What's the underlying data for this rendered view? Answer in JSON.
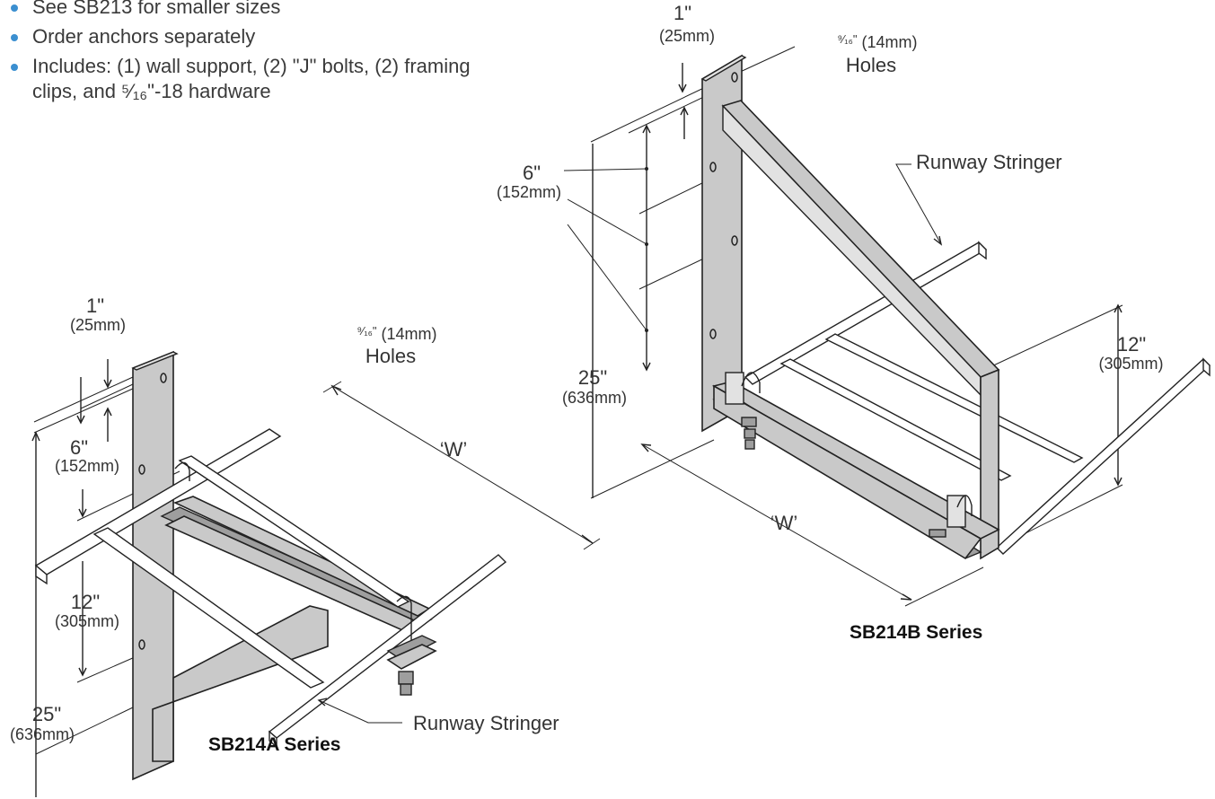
{
  "bullets": [
    {
      "line1": "See SB213 for smaller sizes"
    },
    {
      "line1": "Order anchors separately"
    },
    {
      "line1": "Includes: (1) wall support, (2) \"J\" bolts, (2) framing",
      "line2": "clips, and ⁵⁄₁₆\"-18 hardware"
    }
  ],
  "left": {
    "dim_1": "1\"",
    "dim_1_mm": "(25mm)",
    "holes_frac": "⁹⁄₁₆\"",
    "holes_mm": "(14mm)",
    "holes_word": "Holes",
    "dim_6": "6\"",
    "dim_6_mm": "(152mm)",
    "dim_12": "12\"",
    "dim_12_mm": "(305mm)",
    "dim_25": "25\"",
    "dim_25_mm": "(636mm)",
    "width": "‘W’",
    "runway": "Runway Stringer",
    "caption": "SB214A Series"
  },
  "right": {
    "dim_1": "1\"",
    "dim_1_mm": "(25mm)",
    "holes_frac": "⁹⁄₁₆\"",
    "holes_mm": "(14mm)",
    "holes_word": "Holes",
    "dim_6": "6\"",
    "dim_6_mm": "(152mm)",
    "dim_12": "12\"",
    "dim_12_mm": "(305mm)",
    "dim_25": "25\"",
    "dim_25_mm": "(636mm)",
    "width": "‘W’",
    "runway": "Runway Stringer",
    "caption": "SB214B Series"
  },
  "colors": {
    "bullet": "#3b8fd0",
    "metal": "#c9c9c9",
    "line": "#222222"
  }
}
